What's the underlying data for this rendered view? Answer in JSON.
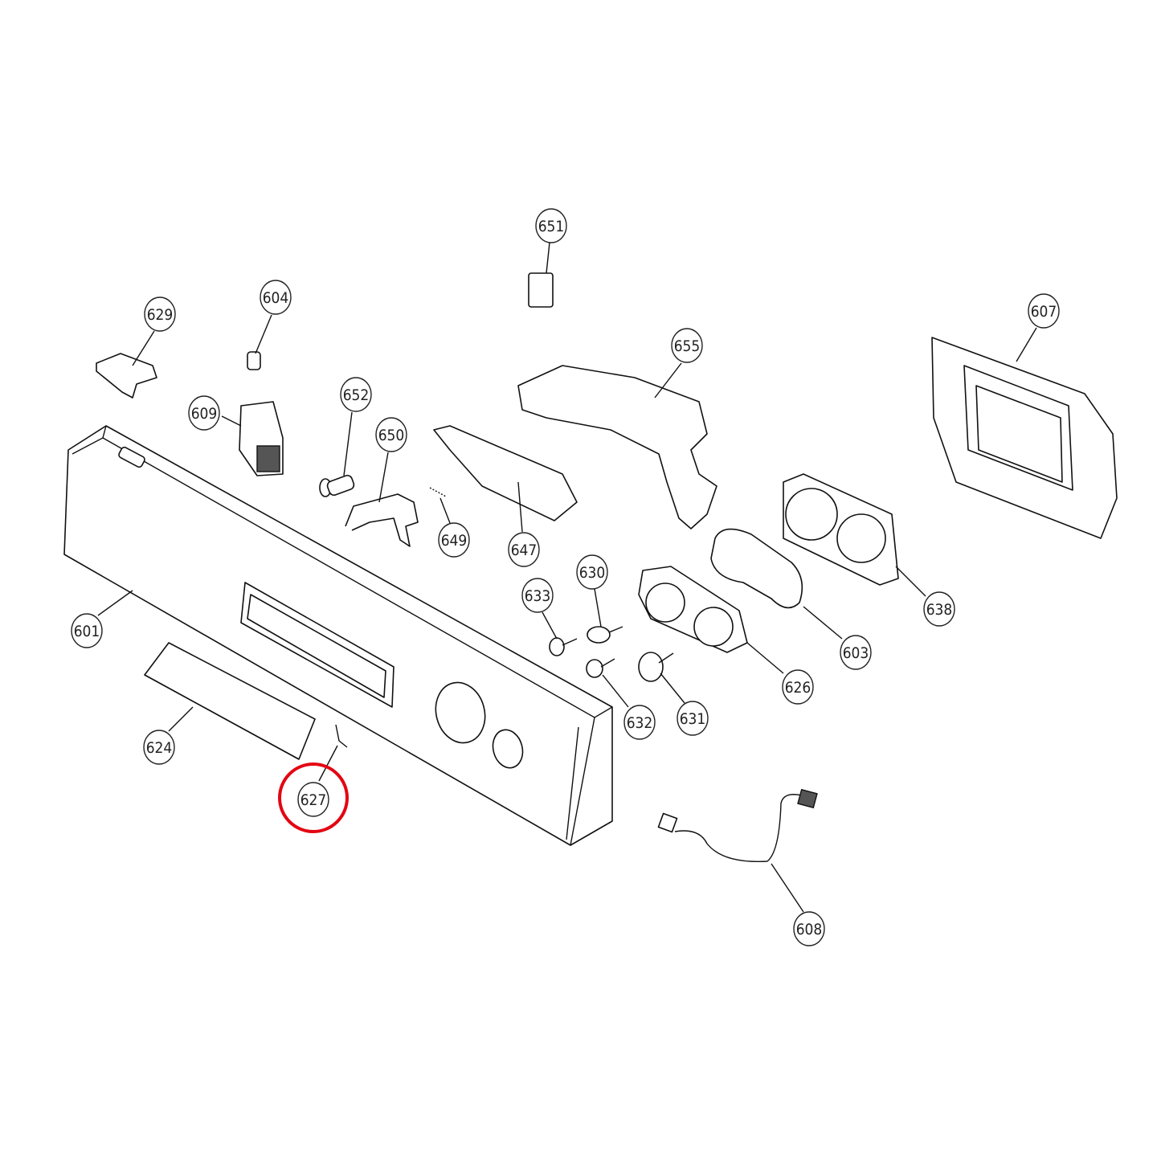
{
  "diagram": {
    "type": "exploded parts diagram",
    "highlight_color": "#e30613",
    "callouts": [
      {
        "number": "651",
        "highlighted": false
      },
      {
        "number": "604",
        "highlighted": false
      },
      {
        "number": "629",
        "highlighted": false
      },
      {
        "number": "607",
        "highlighted": false
      },
      {
        "number": "655",
        "highlighted": false
      },
      {
        "number": "652",
        "highlighted": false
      },
      {
        "number": "609",
        "highlighted": false
      },
      {
        "number": "650",
        "highlighted": false
      },
      {
        "number": "649",
        "highlighted": false
      },
      {
        "number": "647",
        "highlighted": false
      },
      {
        "number": "630",
        "highlighted": false
      },
      {
        "number": "633",
        "highlighted": false
      },
      {
        "number": "601",
        "highlighted": false
      },
      {
        "number": "638",
        "highlighted": false
      },
      {
        "number": "603",
        "highlighted": false
      },
      {
        "number": "626",
        "highlighted": false
      },
      {
        "number": "631",
        "highlighted": false
      },
      {
        "number": "632",
        "highlighted": false
      },
      {
        "number": "624",
        "highlighted": false
      },
      {
        "number": "627",
        "highlighted": true
      },
      {
        "number": "608",
        "highlighted": false
      }
    ]
  }
}
